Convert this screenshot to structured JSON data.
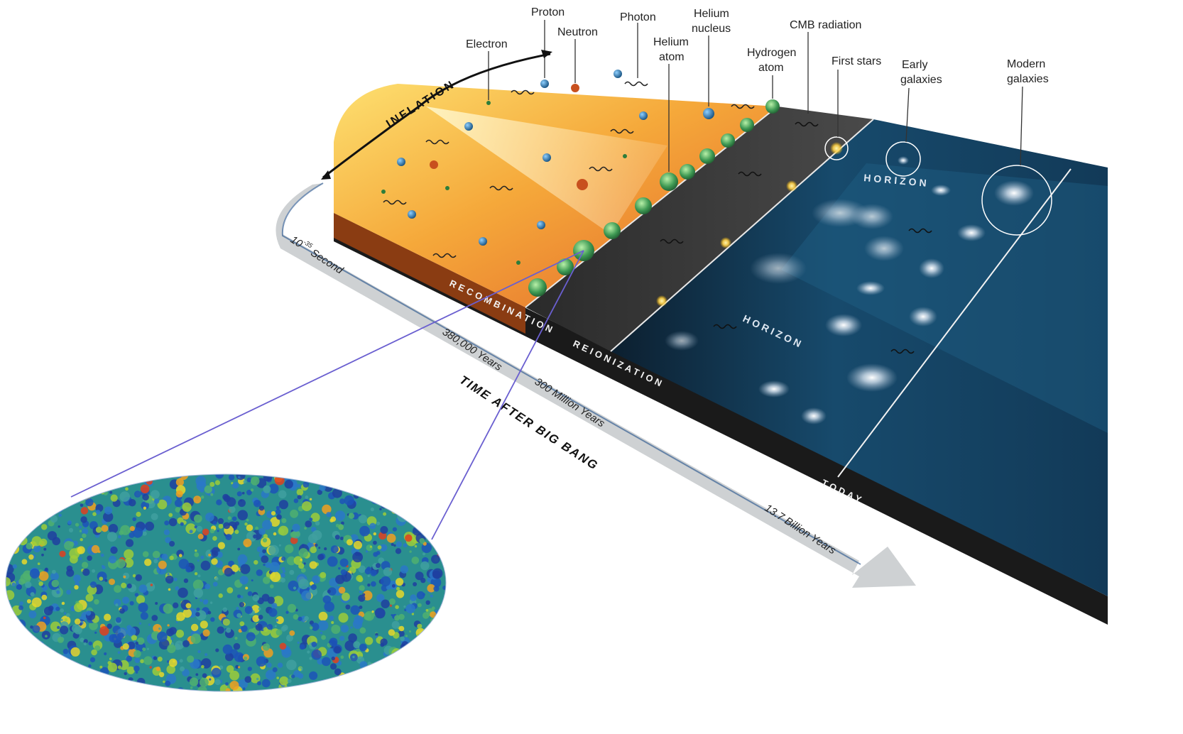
{
  "labels": {
    "proton": "Proton",
    "neutron": "Neutron",
    "electron": "Electron",
    "photon": "Photon",
    "helium_atom_1": "Helium",
    "helium_atom_2": "atom",
    "helium_nucleus_1": "Helium",
    "helium_nucleus_2": "nucleus",
    "hydrogen_atom_1": "Hydrogen",
    "hydrogen_atom_2": "atom",
    "cmb_radiation": "CMB radiation",
    "first_stars": "First stars",
    "early_galaxies_1": "Early",
    "early_galaxies_2": "galaxies",
    "modern_galaxies_1": "Modern",
    "modern_galaxies_2": "galaxies"
  },
  "bands": {
    "inflation": "INFLATION",
    "recombination": "RECOMBINATION",
    "reionization": "REIONIZATION",
    "today": "TODAY",
    "horizon_upper": "HORIZON",
    "horizon_lower": "HORIZON"
  },
  "timeline": {
    "axis_title": "TIME AFTER BIG BANG",
    "t0_base": "10",
    "t0_exp": "-35",
    "t0_unit": "Second",
    "t1": "380,000 Years",
    "t2": "300 Million Years",
    "t3": "13.7 Billion Years"
  },
  "colors": {
    "early_hot": "#f7c12e",
    "early_warm": "#e9782a",
    "dark_age": "#3a3a3a",
    "cosmos": "#123a58",
    "zoom_line": "#6a5fd0",
    "arrow_band": "#c9ccce"
  }
}
